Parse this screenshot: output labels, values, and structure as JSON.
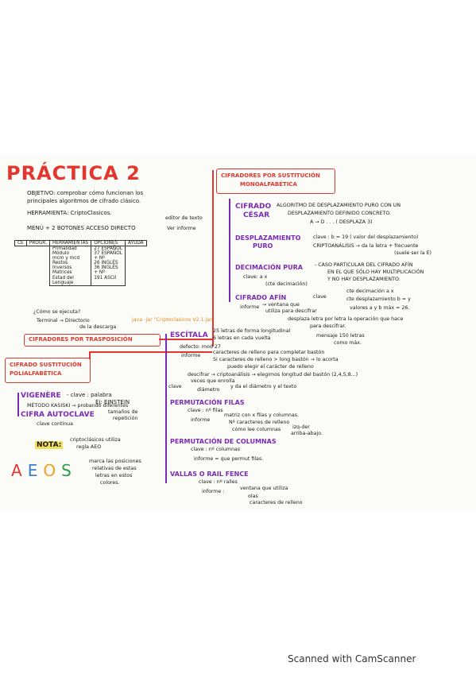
{
  "footer": "Scanned with CamScanner",
  "title": "PRÁCTICA 2",
  "left": {
    "objetivo": "OBJETIVO: comprobar cómo funcionan los",
    "objetivo2": "principales algoritmos de cifrado clásico.",
    "herramienta": "HERRAMIENTA: CriptoClasicos.",
    "editor": "editor de texto",
    "menu": "MENÚ + 2 BOTONES ACCESO DIRECTO",
    "ver_informe": "Ver informe",
    "table_headers": [
      "CE",
      "PROGR.",
      "HERRAMIENTAS",
      "OPCIONES",
      "AYUDA"
    ],
    "table_tools": [
      "Primalidad",
      "Módulo",
      "mcm y mcd",
      "Restos",
      "Inversos",
      "Matrices",
      "Estad del",
      "Lenguaje"
    ],
    "table_opts": [
      "27 ESPAÑOL",
      "37 ESPAÑOL",
      "+ Nº",
      "26 INGLÉS",
      "36 INGLÉS",
      "+ Nº",
      "191 ASCII"
    ],
    "como": "¿Cómo se ejecuta?",
    "terminal": "Terminal → Directorio",
    "descarga": "de la descarga",
    "java": "java -jar \"Criptoclasicos V2.1.jar\"",
    "trasposicion_title": "CIFRADORES POR TRASPOSICIÓN",
    "poli_title": [
      "CIFRADO SUSTITUCIÓN",
      "POLIALFABÉTICA"
    ],
    "vigenere": "VIGENÈRE",
    "vig_clave": "- clave : palabra",
    "vig_ej": "Ej: EINSTEIN",
    "kasiski": "MÉTODO KASISKI → probando diferentes",
    "kasiski2": "tamaños de",
    "kasiski3": "repetición",
    "autoclave": "CIFRA AUTOCLAVE",
    "auto_clave": "clave continua",
    "nota": "NOTA:",
    "nota1": "criptoclásicos utiliza",
    "nota2": "regla AEO",
    "aeos": [
      "A",
      "E",
      "O",
      "S"
    ],
    "aeos_colors": [
      "#e2372f",
      "#3a7fd0",
      "#f0a020",
      "#2a9d4a"
    ],
    "aeos_text": [
      "marca las posiciones",
      "relativas de estas",
      "letras en estos",
      "colores."
    ]
  },
  "right": {
    "mono_title": [
      "CIFRADORES POR SUSTITUCIÓN",
      "MONOALFABÉTICA"
    ],
    "cesar": [
      "CIFRADO",
      "CÉSAR"
    ],
    "cesar1": "ALGORITMO DE DESPLAZAMIENTO PURO CON UN",
    "cesar2": "DESPLAZAMIENTO DEFINIDO CONCRETO.",
    "cesar3": "A → D . . . ( DESPLAZA 3)",
    "desp": [
      "DESPLAZAMIENTO",
      "PURO"
    ],
    "desp_clave": "clave : b = 19 ( valor del desplazamiento)",
    "desp_cripto": "CRIPTOANÁLISIS → da la letra + frecuente",
    "desp_cripto2": "(suele ser la E)",
    "dec": "DECIMACIÓN PURA",
    "dec1": "- CASO PARTICULAR DEL CIFRADO AFÍN",
    "dec2": "EN EL QUE SÓLO HAY MULTIPLICACIÓN",
    "dec3": "Y NO HAY DESPLAZAMIENTO.",
    "dec_clave": "clave: a x",
    "dec_cte": "(cte decimación)",
    "afin": "CIFRADO AFÍN",
    "afin_clave": "clave",
    "afin_a": "cte decimación a x",
    "afin_b": "cte desplazamiento b = y",
    "afin_inf": "informe",
    "afin_inf2": "→ ventana que",
    "afin_inf3": "utiliza para descifrar",
    "afin_val": "valores a y b máx = 26.",
    "afin_desc": "desplaza letra por letra la operación que hace",
    "afin_desc2": "para descifrar.",
    "escitala": "ESCÍTALA",
    "esc1": "25 letras de forma longitudinal",
    "esc2": "6 letras en cada vuelta",
    "esc_msg": "mensaje 150 letras",
    "esc_msg2": "como máx.",
    "esc_defecto": "defecto: mod 27",
    "esc_inf": "informe",
    "esc_inf1": "caracteres de relleno para completar bastón",
    "esc_inf2": "Si caracteres de relleno > long bastón → lo acorta",
    "esc_inf3": "puedo elegir el carácter de relleno",
    "esc_desc": "descifrar → criptoanálisis → elegimos longitud del bastón (2,4,5,8...)",
    "esc_clave": "clave",
    "esc_veces": "veces que enrolla",
    "esc_diam": "diámetro",
    "esc_y": "y da el diámetro y el texto",
    "perm_filas": "PERMUTACIÓN FILAS",
    "pf_clave": "clave : nº filas",
    "pf_inf": "informe",
    "pf_inf1": "matriz con x filas y columnas.",
    "pf_inf2": "Nº caracteres de relleno",
    "pf_inf3": "cómo lee columnas",
    "pf_inf4": "izq-der",
    "pf_inf5": "arriba-abajo.",
    "perm_col": "PERMUTACIÓN DE COLUMNAS",
    "pc_clave": "clave : nº columnas",
    "pc_inf": "informe = que permut filas.",
    "vallas": "VALLAS O RAIL FENCE",
    "vf_clave": "clave : nº raíles",
    "vf_inf": "informe :",
    "vf_inf1": "ventana que utiliza",
    "vf_inf2": "olas",
    "vf_inf3": "caracteres de relleno"
  }
}
